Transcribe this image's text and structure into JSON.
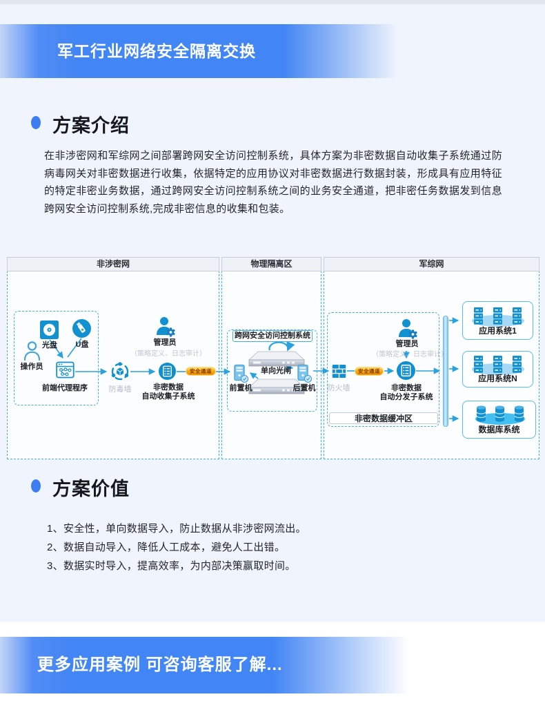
{
  "page": {
    "header_title": "军工行业网络安全隔离交换",
    "footer_title": "更多应用案例 可咨询客服了解..."
  },
  "sections": {
    "intro": {
      "heading": "方案介绍",
      "body": "在非涉密网和军综网之间部署跨网安全访问控制系统，具体方案为非密数据自动收集子系统通过防病毒网关对非密数据进行收集，依据特定的应用协议对非密数据进行数据封装，形成具有应用特征的特定非密业务数据，通过跨网安全访问控制系统之间的业务安全通道，把非密任务数据发到信息跨网安全访问控制系统,完成非密信息的收集和包装。"
    },
    "value": {
      "heading": "方案价值",
      "items": [
        "1、安全性，单向数据导入，防止数据从非涉密网流出。",
        "2、数据自动导入，降低人工成本，避免人工出错。",
        "3、数据实时导入，提高效率，为内部决策赢取时间。"
      ]
    }
  },
  "diagram": {
    "panels": {
      "left": "非涉密网",
      "middle": "物理隔离区",
      "right": "军综网"
    },
    "left": {
      "operator": "操作员",
      "cd": "光盘",
      "usb": "U盘",
      "proxy": "前端代理程序",
      "admin": "管理员",
      "admin_note": "（策略定义、日志审计）",
      "antivirus_wall": "防毒墙",
      "collector_line1": "非密数据",
      "collector_line2": "自动收集子系统",
      "secure_channel": "安全通道"
    },
    "middle": {
      "box_title": "跨网安全访问控制系统",
      "front_machine": "前置机",
      "optical_gate": "单向光闸",
      "rear_machine": "后置机"
    },
    "right": {
      "admin": "管理员",
      "admin_note": "（策略定义、日志审计）",
      "firewall": "防火墙",
      "secure_channel": "安全通道",
      "distributor_line1": "非密数据",
      "distributor_line2": "自动分发子系统",
      "buffer_zone": "非密数据缓冲区",
      "app_system_1": "应用系统1",
      "app_system_n": "应用系统N",
      "db_system": "数据库系统"
    }
  },
  "colors": {
    "banner_blue": "#4285f4",
    "icon_blue": "#1191d0",
    "connector_blue": "#29a2de",
    "dashed_border_blue": "#41b0ea",
    "secure_channel_gold": "#f7a60c",
    "page_background": "#f0f4fc"
  }
}
